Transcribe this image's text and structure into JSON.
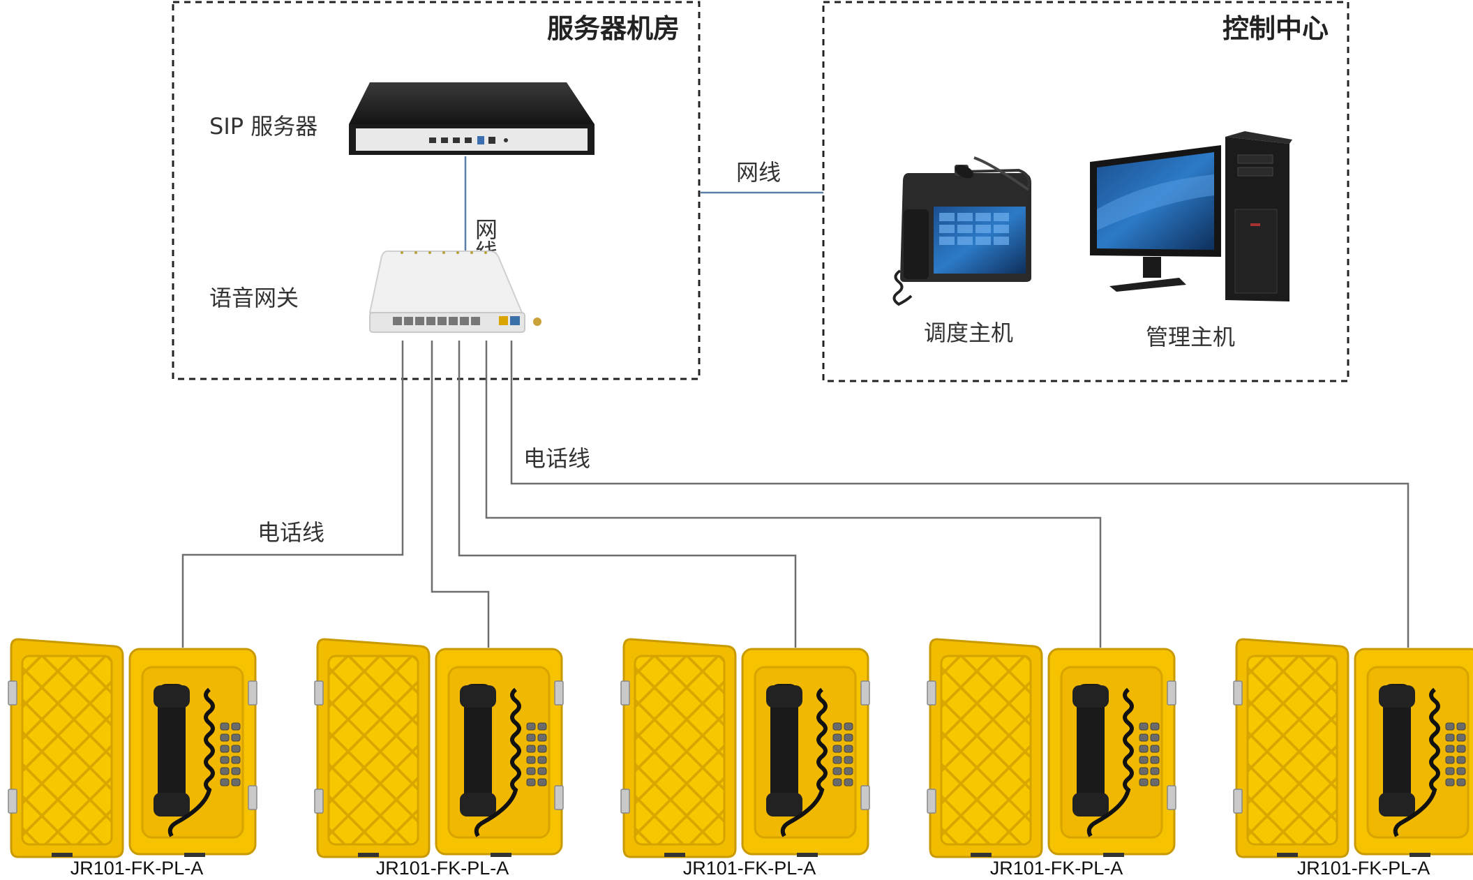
{
  "zones": {
    "server_room": "服务器机房",
    "control_center": "控制中心"
  },
  "devices": {
    "sip_server": "SIP 服务器",
    "voice_gateway": "语音网关",
    "dispatch_host": "调度主机",
    "management_host": "管理主机"
  },
  "links": {
    "net_server_gateway": "网线",
    "net_to_control": "网线",
    "phone_line_left": "电话线",
    "phone_line_right": "电话线"
  },
  "phones": [
    {
      "model": "JR101-FK-PL-A"
    },
    {
      "model": "JR101-FK-PL-A"
    },
    {
      "model": "JR101-FK-PL-A"
    },
    {
      "model": "JR101-FK-PL-A"
    },
    {
      "model": "JR101-FK-PL-A"
    }
  ],
  "icons": [
    "rack-server-icon",
    "gateway-icon",
    "dispatch-console-icon",
    "desktop-computer-icon",
    "industrial-phone-icon"
  ],
  "colors": {
    "phone_yellow": "#f5c400",
    "phone_yellow_dark": "#d9a800",
    "handset_black": "#1a1a1a",
    "net_cable": "#5b7fa6",
    "phone_cable": "#6e6e6e"
  }
}
